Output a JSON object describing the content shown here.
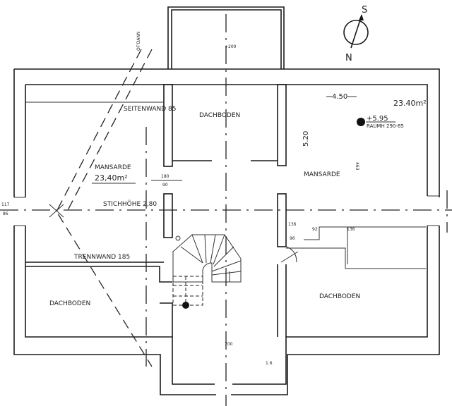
{
  "title": "Dachgeschoss Grundriss",
  "compass": {
    "south": "S",
    "north": "N"
  },
  "rooms": {
    "mansarde_left": {
      "name": "MANSARDE",
      "area": "23,40m²",
      "stichhoehe": "STICHHÖHE 2,80",
      "seitenwand_top": "SEITENWAND 85",
      "seitenwand_bottom": "TRENNWAND 185"
    },
    "dachboden_top": {
      "name": "DACHBODEN"
    },
    "mansarde_right": {
      "name": "MANSARDE",
      "area": "23.40m²",
      "width": "4.50",
      "depth": "5.20",
      "level": "+5.95",
      "raumhoehe": "RAUMH 290-85",
      "note": "463"
    },
    "dachboden_left": {
      "name": "DACHBODEN"
    },
    "dachboden_right": {
      "name": "DACHBODEN"
    }
  },
  "dimensions": {
    "door_fraction_top": "180",
    "door_fraction_bottom": "90",
    "window_left_top": "117",
    "window_left_bottom": "86",
    "top_annex": "+200",
    "bottom_annex": "700",
    "bottom_annex_side": "1.6",
    "diagonal_label": "OF'DANN",
    "step_1": "136",
    "step_2": "92",
    "step_3": "136",
    "step_4": "96"
  },
  "colors": {
    "ink": "#1a1a1a",
    "paper": "#ffffff"
  }
}
